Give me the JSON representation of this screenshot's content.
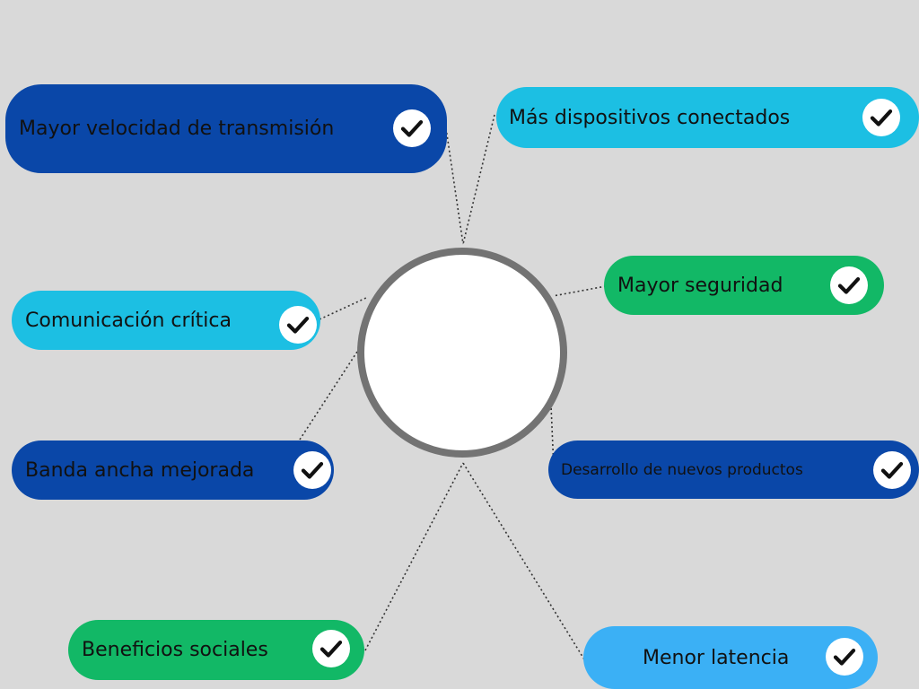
{
  "colors": {
    "background": "#d9d9d9",
    "hub_ring": "#737373",
    "connector": "#333333",
    "check": "#111111"
  },
  "items": [
    {
      "label": "Mayor velocidad de transmisión",
      "color": "#0a47a8",
      "icon": "check-icon"
    },
    {
      "label": "Más dispositivos conectados",
      "color": "#1cbfe3",
      "icon": "check-icon"
    },
    {
      "label": "Comunicación crítica",
      "color": "#1cbfe3",
      "icon": "check-icon"
    },
    {
      "label": "Mayor seguridad",
      "color": "#12b866",
      "icon": "check-icon"
    },
    {
      "label": "Banda ancha mejorada",
      "color": "#0a47a8",
      "icon": "check-icon"
    },
    {
      "label": "Desarrollo de nuevos productos",
      "color": "#0a47a8",
      "icon": "check-icon"
    },
    {
      "label": "Beneficios sociales",
      "color": "#12b866",
      "icon": "check-icon"
    },
    {
      "label": "Menor latencia",
      "color": "#3bb0f5",
      "icon": "check-icon"
    }
  ]
}
